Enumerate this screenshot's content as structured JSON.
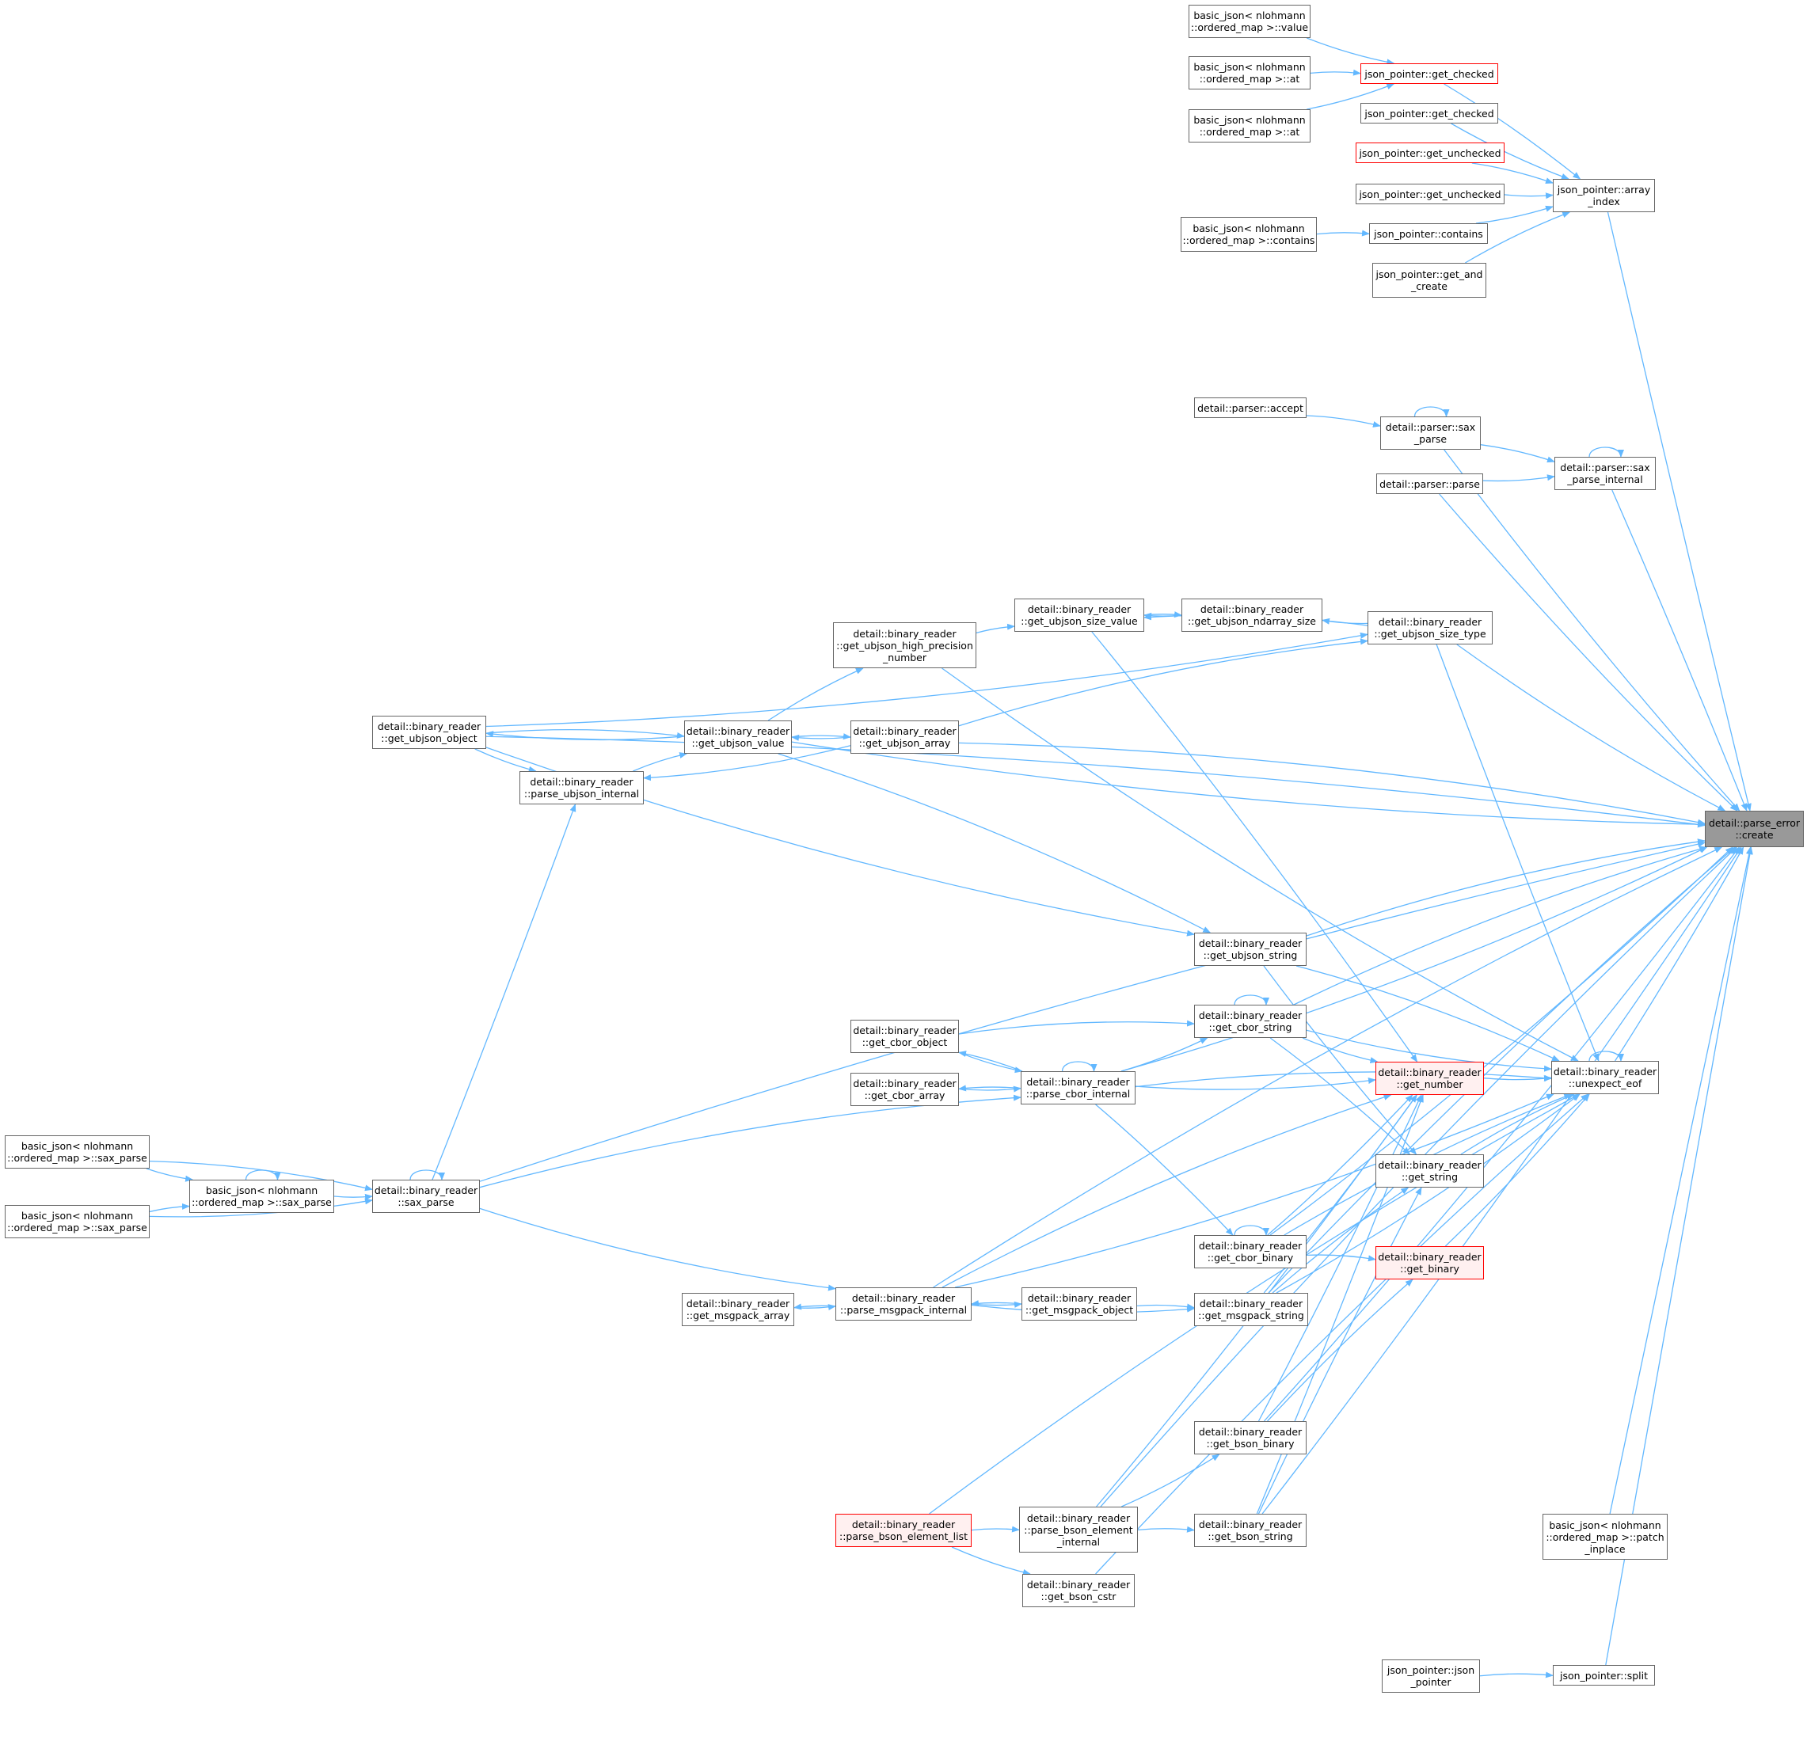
{
  "colors": {
    "edge": "#63b8ff",
    "border": "#666666",
    "highlight": "#ff0000",
    "highlight_fill": "#fff0f0",
    "root_fill": "#999999"
  },
  "nodes": [
    {
      "id": "bj_value",
      "label": "basic_json< nlohmann\n::ordered_map >::value",
      "style": "normal"
    },
    {
      "id": "bj_at1",
      "label": "basic_json< nlohmann\n::ordered_map >::at",
      "style": "normal"
    },
    {
      "id": "bj_at2",
      "label": "basic_json< nlohmann\n::ordered_map >::at",
      "style": "normal"
    },
    {
      "id": "jp_get_checked_r",
      "label": "json_pointer::get_checked",
      "style": "red"
    },
    {
      "id": "jp_get_checked",
      "label": "json_pointer::get_checked",
      "style": "normal"
    },
    {
      "id": "jp_get_unchecked_r",
      "label": "json_pointer::get_unchecked",
      "style": "red"
    },
    {
      "id": "jp_get_unchecked",
      "label": "json_pointer::get_unchecked",
      "style": "normal"
    },
    {
      "id": "bj_contains",
      "label": "basic_json< nlohmann\n::ordered_map >::contains",
      "style": "normal"
    },
    {
      "id": "jp_contains",
      "label": "json_pointer::contains",
      "style": "normal"
    },
    {
      "id": "jp_get_and_create",
      "label": "json_pointer::get_and\n_create",
      "style": "normal"
    },
    {
      "id": "jp_array_index",
      "label": "json_pointer::array\n_index",
      "style": "normal"
    },
    {
      "id": "parser_accept",
      "label": "detail::parser::accept",
      "style": "normal"
    },
    {
      "id": "parser_sax_parse",
      "label": "detail::parser::sax\n_parse",
      "style": "normal"
    },
    {
      "id": "parser_parse",
      "label": "detail::parser::parse",
      "style": "normal"
    },
    {
      "id": "parser_sax_parse_internal",
      "label": "detail::parser::sax\n_parse_internal",
      "style": "normal"
    },
    {
      "id": "br_get_ubjson_size_value",
      "label": "detail::binary_reader\n::get_ubjson_size_value",
      "style": "normal"
    },
    {
      "id": "br_get_ubjson_ndarray_size",
      "label": "detail::binary_reader\n::get_ubjson_ndarray_size",
      "style": "normal"
    },
    {
      "id": "br_get_ubjson_size_type",
      "label": "detail::binary_reader\n::get_ubjson_size_type",
      "style": "normal"
    },
    {
      "id": "br_get_ubjson_high_precision_number",
      "label": "detail::binary_reader\n::get_ubjson_high_precision\n_number",
      "style": "normal"
    },
    {
      "id": "br_get_ubjson_object",
      "label": "detail::binary_reader\n::get_ubjson_object",
      "style": "normal"
    },
    {
      "id": "br_get_ubjson_value",
      "label": "detail::binary_reader\n::get_ubjson_value",
      "style": "normal"
    },
    {
      "id": "br_get_ubjson_array",
      "label": "detail::binary_reader\n::get_ubjson_array",
      "style": "normal"
    },
    {
      "id": "br_parse_ubjson_internal",
      "label": "detail::binary_reader\n::parse_ubjson_internal",
      "style": "normal"
    },
    {
      "id": "parse_error_create",
      "label": "detail::parse_error\n::create",
      "style": "root"
    },
    {
      "id": "br_get_ubjson_string",
      "label": "detail::binary_reader\n::get_ubjson_string",
      "style": "normal"
    },
    {
      "id": "br_get_cbor_string",
      "label": "detail::binary_reader\n::get_cbor_string",
      "style": "normal"
    },
    {
      "id": "br_get_cbor_object",
      "label": "detail::binary_reader\n::get_cbor_object",
      "style": "normal"
    },
    {
      "id": "br_get_number",
      "label": "detail::binary_reader\n::get_number",
      "style": "redfill"
    },
    {
      "id": "br_unexpect_eof",
      "label": "detail::binary_reader\n::unexpect_eof",
      "style": "normal"
    },
    {
      "id": "br_parse_cbor_internal",
      "label": "detail::binary_reader\n::parse_cbor_internal",
      "style": "normal"
    },
    {
      "id": "br_get_cbor_array",
      "label": "detail::binary_reader\n::get_cbor_array",
      "style": "normal"
    },
    {
      "id": "br_get_string",
      "label": "detail::binary_reader\n::get_string",
      "style": "normal"
    },
    {
      "id": "bj_sax_parse_a",
      "label": "basic_json< nlohmann\n::ordered_map >::sax_parse",
      "style": "normal"
    },
    {
      "id": "bj_sax_parse_b",
      "label": "basic_json< nlohmann\n::ordered_map >::sax_parse",
      "style": "normal"
    },
    {
      "id": "bj_sax_parse_c",
      "label": "basic_json< nlohmann\n::ordered_map >::sax_parse",
      "style": "normal"
    },
    {
      "id": "br_sax_parse",
      "label": "detail::binary_reader\n::sax_parse",
      "style": "normal"
    },
    {
      "id": "br_get_cbor_binary",
      "label": "detail::binary_reader\n::get_cbor_binary",
      "style": "normal"
    },
    {
      "id": "br_get_binary",
      "label": "detail::binary_reader\n::get_binary",
      "style": "redfill"
    },
    {
      "id": "br_get_msgpack_array",
      "label": "detail::binary_reader\n::get_msgpack_array",
      "style": "normal"
    },
    {
      "id": "br_parse_msgpack_internal",
      "label": "detail::binary_reader\n::parse_msgpack_internal",
      "style": "normal"
    },
    {
      "id": "br_get_msgpack_object",
      "label": "detail::binary_reader\n::get_msgpack_object",
      "style": "normal"
    },
    {
      "id": "br_get_msgpack_string",
      "label": "detail::binary_reader\n::get_msgpack_string",
      "style": "normal"
    },
    {
      "id": "br_get_bson_binary",
      "label": "detail::binary_reader\n::get_bson_binary",
      "style": "normal"
    },
    {
      "id": "br_parse_bson_element_list",
      "label": "detail::binary_reader\n::parse_bson_element_list",
      "style": "redfill"
    },
    {
      "id": "br_parse_bson_element_internal",
      "label": "detail::binary_reader\n::parse_bson_element\n_internal",
      "style": "normal"
    },
    {
      "id": "br_get_bson_string",
      "label": "detail::binary_reader\n::get_bson_string",
      "style": "normal"
    },
    {
      "id": "br_get_bson_cstr",
      "label": "detail::binary_reader\n::get_bson_cstr",
      "style": "normal"
    },
    {
      "id": "bj_patch_inplace",
      "label": "basic_json< nlohmann\n::ordered_map >::patch\n_inplace",
      "style": "normal"
    },
    {
      "id": "jp_json_pointer",
      "label": "json_pointer::json\n_pointer",
      "style": "normal"
    },
    {
      "id": "jp_split",
      "label": "json_pointer::split",
      "style": "normal"
    }
  ],
  "edges": [
    [
      "bj_value",
      "jp_get_checked_r"
    ],
    [
      "bj_at1",
      "jp_get_checked_r"
    ],
    [
      "bj_at2",
      "jp_get_checked_r"
    ],
    [
      "jp_get_checked_r",
      "jp_array_index"
    ],
    [
      "jp_get_checked",
      "jp_array_index"
    ],
    [
      "jp_get_unchecked_r",
      "jp_array_index"
    ],
    [
      "jp_get_unchecked",
      "jp_array_index"
    ],
    [
      "bj_contains",
      "jp_contains"
    ],
    [
      "jp_contains",
      "jp_array_index"
    ],
    [
      "jp_get_and_create",
      "jp_array_index"
    ],
    [
      "jp_array_index",
      "parse_error_create"
    ],
    [
      "parser_accept",
      "parser_sax_parse"
    ],
    [
      "parser_sax_parse",
      "parser_sax_parse"
    ],
    [
      "parser_sax_parse",
      "parser_sax_parse_internal"
    ],
    [
      "parser_parse",
      "parser_sax_parse_internal"
    ],
    [
      "parser_sax_parse_internal",
      "parser_sax_parse_internal"
    ],
    [
      "parser_sax_parse",
      "parse_error_create"
    ],
    [
      "parser_sax_parse_internal",
      "parse_error_create"
    ],
    [
      "parser_parse",
      "parse_error_create"
    ],
    [
      "br_get_ubjson_high_precision_number",
      "br_get_ubjson_size_value"
    ],
    [
      "br_get_ubjson_ndarray_size",
      "br_get_ubjson_size_value"
    ],
    [
      "br_get_ubjson_size_value",
      "br_get_ubjson_ndarray_size"
    ],
    [
      "br_get_ubjson_size_type",
      "br_get_ubjson_ndarray_size"
    ],
    [
      "br_get_ubjson_size_type",
      "br_get_ubjson_size_value"
    ],
    [
      "br_get_ubjson_size_type",
      "parse_error_create"
    ],
    [
      "br_get_ubjson_value",
      "br_get_ubjson_high_precision_number"
    ],
    [
      "br_get_ubjson_value",
      "br_get_ubjson_object"
    ],
    [
      "br_get_ubjson_object",
      "br_get_ubjson_value"
    ],
    [
      "br_get_ubjson_array",
      "br_get_ubjson_value"
    ],
    [
      "br_get_ubjson_value",
      "br_get_ubjson_array"
    ],
    [
      "br_get_ubjson_object",
      "br_parse_ubjson_internal"
    ],
    [
      "br_parse_ubjson_internal",
      "br_get_ubjson_value"
    ],
    [
      "br_get_ubjson_array",
      "br_parse_ubjson_internal"
    ],
    [
      "br_get_ubjson_array",
      "br_get_ubjson_size_type"
    ],
    [
      "br_get_ubjson_object",
      "br_get_ubjson_size_type"
    ],
    [
      "br_get_ubjson_object",
      "parse_error_create"
    ],
    [
      "br_get_ubjson_value",
      "parse_error_create"
    ],
    [
      "br_get_ubjson_array",
      "parse_error_create"
    ],
    [
      "br_get_ubjson_high_precision_number",
      "br_unexpect_eof"
    ],
    [
      "br_get_ubjson_size_value",
      "br_get_number"
    ],
    [
      "br_get_ubjson_size_type",
      "br_unexpect_eof"
    ],
    [
      "br_get_ubjson_value",
      "br_get_ubjson_string"
    ],
    [
      "br_get_ubjson_object",
      "br_get_ubjson_string"
    ],
    [
      "br_get_ubjson_string",
      "br_unexpect_eof"
    ],
    [
      "br_get_ubjson_string",
      "br_get_string"
    ],
    [
      "br_get_ubjson_string",
      "parse_error_create"
    ],
    [
      "br_get_cbor_string",
      "br_get_cbor_string"
    ],
    [
      "br_get_cbor_object",
      "br_get_cbor_string"
    ],
    [
      "br_parse_cbor_internal",
      "br_get_cbor_string"
    ],
    [
      "br_parse_cbor_internal",
      "br_parse_cbor_internal"
    ],
    [
      "br_get_cbor_object",
      "br_parse_cbor_internal"
    ],
    [
      "br_parse_cbor_internal",
      "br_get_cbor_object"
    ],
    [
      "br_get_cbor_array",
      "br_parse_cbor_internal"
    ],
    [
      "br_parse_cbor_internal",
      "br_get_cbor_array"
    ],
    [
      "br_get_cbor_string",
      "br_get_number"
    ],
    [
      "br_get_cbor_string",
      "br_get_string"
    ],
    [
      "br_get_cbor_string",
      "br_unexpect_eof"
    ],
    [
      "br_get_cbor_string",
      "parse_error_create"
    ],
    [
      "br_parse_cbor_internal",
      "br_get_number"
    ],
    [
      "br_parse_cbor_internal",
      "br_unexpect_eof"
    ],
    [
      "br_parse_cbor_internal",
      "parse_error_create"
    ],
    [
      "br_parse_cbor_internal",
      "br_get_cbor_binary"
    ],
    [
      "br_get_number",
      "br_unexpect_eof"
    ],
    [
      "br_unexpect_eof",
      "br_unexpect_eof"
    ],
    [
      "br_unexpect_eof",
      "parse_error_create"
    ],
    [
      "br_get_string",
      "br_unexpect_eof"
    ],
    [
      "br_get_binary",
      "br_unexpect_eof"
    ],
    [
      "bj_sax_parse_a",
      "br_sax_parse"
    ],
    [
      "bj_sax_parse_a",
      "bj_sax_parse_b"
    ],
    [
      "bj_sax_parse_b",
      "bj_sax_parse_b"
    ],
    [
      "bj_sax_parse_b",
      "br_sax_parse"
    ],
    [
      "bj_sax_parse_c",
      "bj_sax_parse_b"
    ],
    [
      "bj_sax_parse_c",
      "br_sax_parse"
    ],
    [
      "br_sax_parse",
      "br_sax_parse"
    ],
    [
      "br_sax_parse",
      "br_parse_ubjson_internal"
    ],
    [
      "br_sax_parse",
      "br_parse_cbor_internal"
    ],
    [
      "br_sax_parse",
      "br_parse_msgpack_internal"
    ],
    [
      "br_sax_parse",
      "parse_error_create"
    ],
    [
      "br_get_cbor_binary",
      "br_get_cbor_binary"
    ],
    [
      "br_get_cbor_binary",
      "br_get_binary"
    ],
    [
      "br_get_cbor_binary",
      "br_get_number"
    ],
    [
      "br_get_cbor_binary",
      "br_unexpect_eof"
    ],
    [
      "br_get_cbor_binary",
      "parse_error_create"
    ],
    [
      "br_parse_msgpack_internal",
      "br_get_msgpack_array"
    ],
    [
      "br_get_msgpack_array",
      "br_parse_msgpack_internal"
    ],
    [
      "br_get_msgpack_object",
      "br_parse_msgpack_internal"
    ],
    [
      "br_parse_msgpack_internal",
      "br_get_msgpack_object"
    ],
    [
      "br_get_msgpack_object",
      "br_get_msgpack_string"
    ],
    [
      "br_parse_msgpack_internal",
      "br_get_msgpack_string"
    ],
    [
      "br_parse_msgpack_internal",
      "br_get_number"
    ],
    [
      "br_parse_msgpack_internal",
      "br_unexpect_eof"
    ],
    [
      "br_parse_msgpack_internal",
      "parse_error_create"
    ],
    [
      "br_get_msgpack_string",
      "br_get_number"
    ],
    [
      "br_get_msgpack_string",
      "br_get_string"
    ],
    [
      "br_get_msgpack_string",
      "br_unexpect_eof"
    ],
    [
      "br_get_msgpack_string",
      "parse_error_create"
    ],
    [
      "br_get_bson_binary",
      "br_get_number"
    ],
    [
      "br_get_bson_binary",
      "br_get_binary"
    ],
    [
      "br_get_bson_binary",
      "parse_error_create"
    ],
    [
      "br_parse_bson_element_list",
      "br_parse_bson_element_internal"
    ],
    [
      "br_parse_bson_element_list",
      "br_get_bson_cstr"
    ],
    [
      "br_parse_bson_element_list",
      "br_unexpect_eof"
    ],
    [
      "br_parse_bson_element_internal",
      "br_get_bson_binary"
    ],
    [
      "br_parse_bson_element_internal",
      "br_get_bson_string"
    ],
    [
      "br_parse_bson_element_internal",
      "br_get_number"
    ],
    [
      "br_parse_bson_element_internal",
      "parse_error_create"
    ],
    [
      "br_get_bson_string",
      "br_get_number"
    ],
    [
      "br_get_bson_string",
      "br_get_string"
    ],
    [
      "br_get_bson_string",
      "parse_error_create"
    ],
    [
      "br_get_bson_cstr",
      "br_unexpect_eof"
    ],
    [
      "bj_patch_inplace",
      "parse_error_create"
    ],
    [
      "jp_json_pointer",
      "jp_split"
    ],
    [
      "jp_split",
      "parse_error_create"
    ]
  ]
}
